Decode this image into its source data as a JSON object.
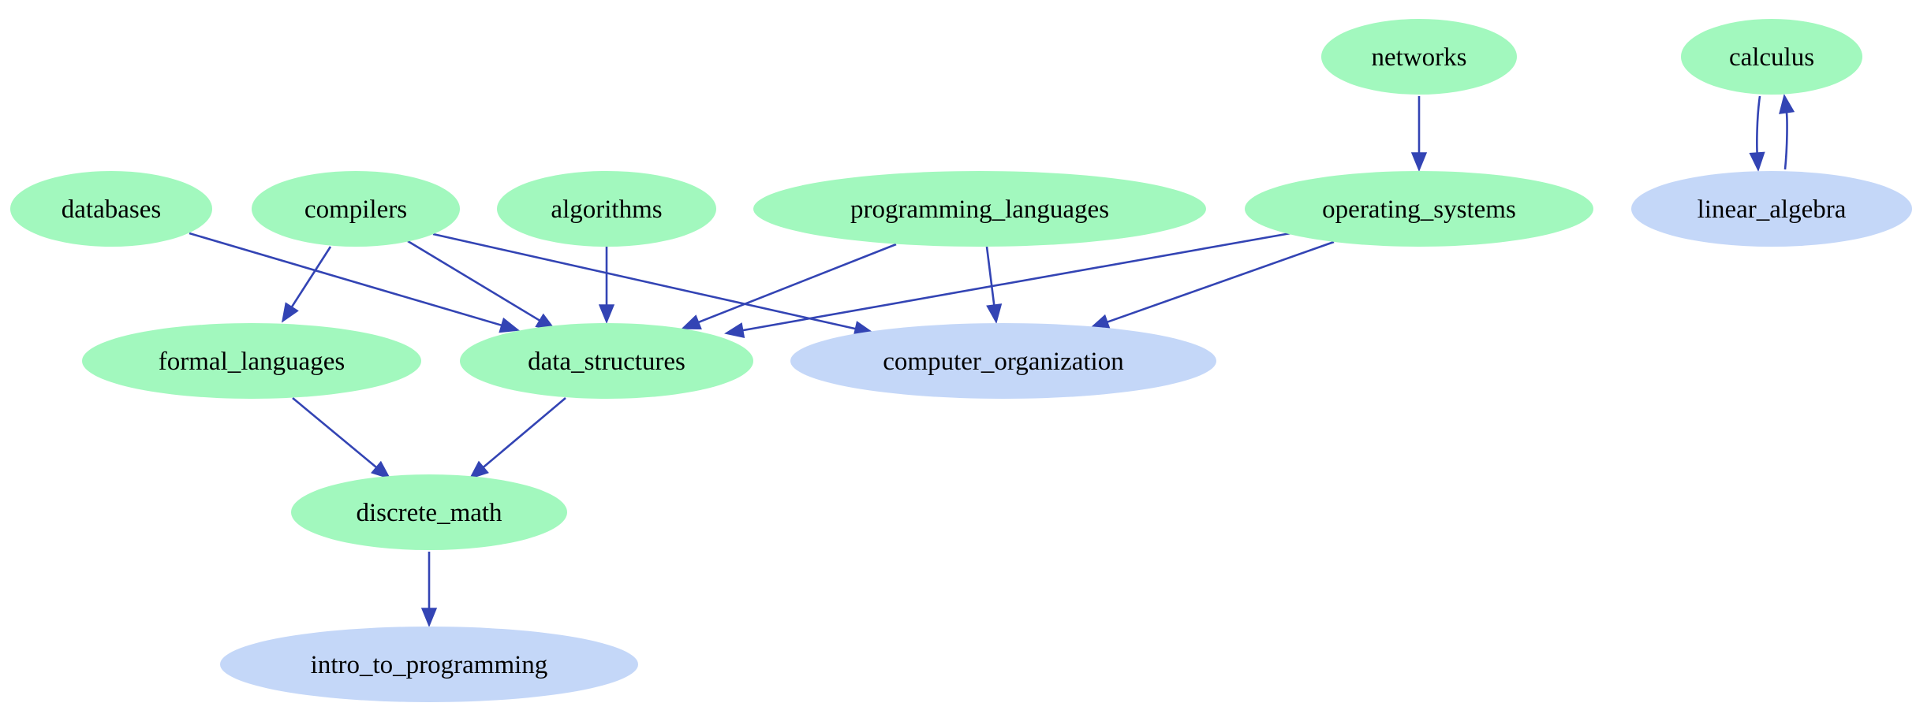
{
  "colors": {
    "course_node": "#a2f8be",
    "leaf_node": "#c4d7f8",
    "edge": "#3344b4",
    "background": "#ffffff"
  },
  "nodes": [
    {
      "id": "networks",
      "label": "networks",
      "kind": "course"
    },
    {
      "id": "calculus",
      "label": "calculus",
      "kind": "course"
    },
    {
      "id": "databases",
      "label": "databases",
      "kind": "course"
    },
    {
      "id": "compilers",
      "label": "compilers",
      "kind": "course"
    },
    {
      "id": "algorithms",
      "label": "algorithms",
      "kind": "course"
    },
    {
      "id": "programming_languages",
      "label": "programming_languages",
      "kind": "course"
    },
    {
      "id": "operating_systems",
      "label": "operating_systems",
      "kind": "course"
    },
    {
      "id": "linear_algebra",
      "label": "linear_algebra",
      "kind": "leaf"
    },
    {
      "id": "formal_languages",
      "label": "formal_languages",
      "kind": "course"
    },
    {
      "id": "data_structures",
      "label": "data_structures",
      "kind": "course"
    },
    {
      "id": "computer_organization",
      "label": "computer_organization",
      "kind": "leaf"
    },
    {
      "id": "discrete_math",
      "label": "discrete_math",
      "kind": "course"
    },
    {
      "id": "intro_to_programming",
      "label": "intro_to_programming",
      "kind": "leaf"
    }
  ],
  "edges": [
    {
      "from": "networks",
      "to": "operating_systems"
    },
    {
      "from": "calculus",
      "to": "linear_algebra"
    },
    {
      "from": "linear_algebra",
      "to": "calculus"
    },
    {
      "from": "databases",
      "to": "data_structures"
    },
    {
      "from": "compilers",
      "to": "formal_languages"
    },
    {
      "from": "compilers",
      "to": "data_structures"
    },
    {
      "from": "compilers",
      "to": "computer_organization"
    },
    {
      "from": "algorithms",
      "to": "data_structures"
    },
    {
      "from": "programming_languages",
      "to": "data_structures"
    },
    {
      "from": "programming_languages",
      "to": "computer_organization"
    },
    {
      "from": "operating_systems",
      "to": "data_structures"
    },
    {
      "from": "operating_systems",
      "to": "computer_organization"
    },
    {
      "from": "formal_languages",
      "to": "discrete_math"
    },
    {
      "from": "data_structures",
      "to": "discrete_math"
    },
    {
      "from": "discrete_math",
      "to": "intro_to_programming"
    }
  ]
}
